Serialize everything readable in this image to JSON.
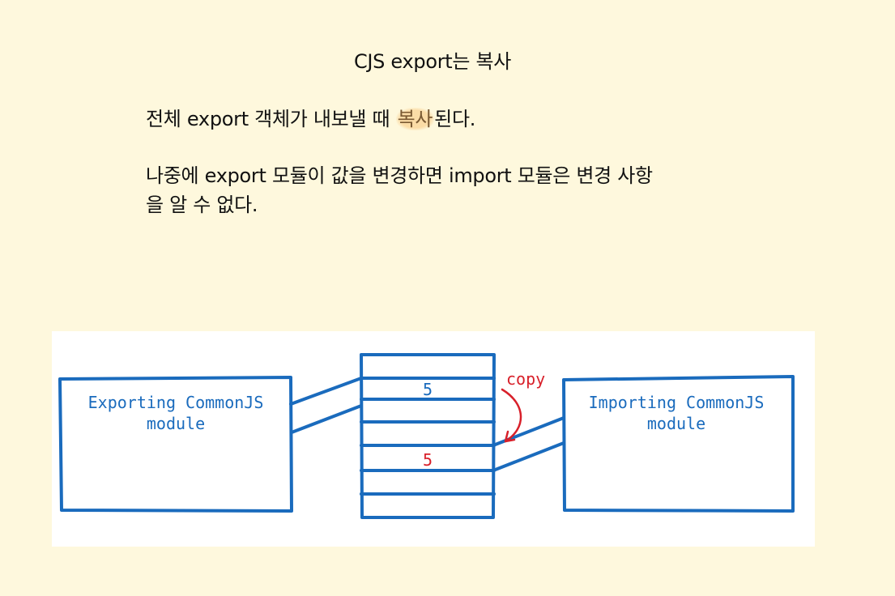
{
  "title": "CJS export는 복사",
  "paragraph1": {
    "before": "전체 export 객체가 내보낼 때 ",
    "highlight": "복사",
    "after": "된다."
  },
  "paragraph2": {
    "line1": "나중에 export 모듈이 값을 변경하면 import 모듈은 변경 사항",
    "line2": "을 알 수 없다."
  },
  "diagram": {
    "left_box": {
      "line1": "Exporting CommonJS",
      "line2": "module"
    },
    "right_box": {
      "line1": "Importing CommonJS",
      "line2": "module"
    },
    "exported_value": "5",
    "copied_value": "5",
    "copy_label": "copy",
    "colors": {
      "stroke": "#1a6bbd",
      "copy": "#d8202a",
      "background": "#fef8dd",
      "highlight": "#fbdca6"
    }
  }
}
